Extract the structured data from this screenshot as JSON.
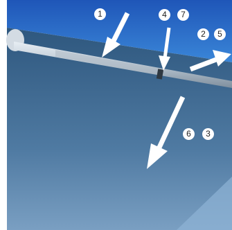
{
  "markers": {
    "first": "1",
    "fourth": "4",
    "seventh": "7",
    "second": "2",
    "fifth": "5",
    "sixth": "6",
    "third": "3"
  },
  "colors": {
    "sky_top": "#1f56b8",
    "sky_bottom": "#3a86d8",
    "surface_top": "#2e577e",
    "surface_bottom": "#7a9fc2",
    "tube": "#c9d4de",
    "arrow": "#ffffff"
  },
  "icons": [
    "arrow-icon",
    "arrow-icon",
    "arrow-icon",
    "arrow-icon"
  ]
}
